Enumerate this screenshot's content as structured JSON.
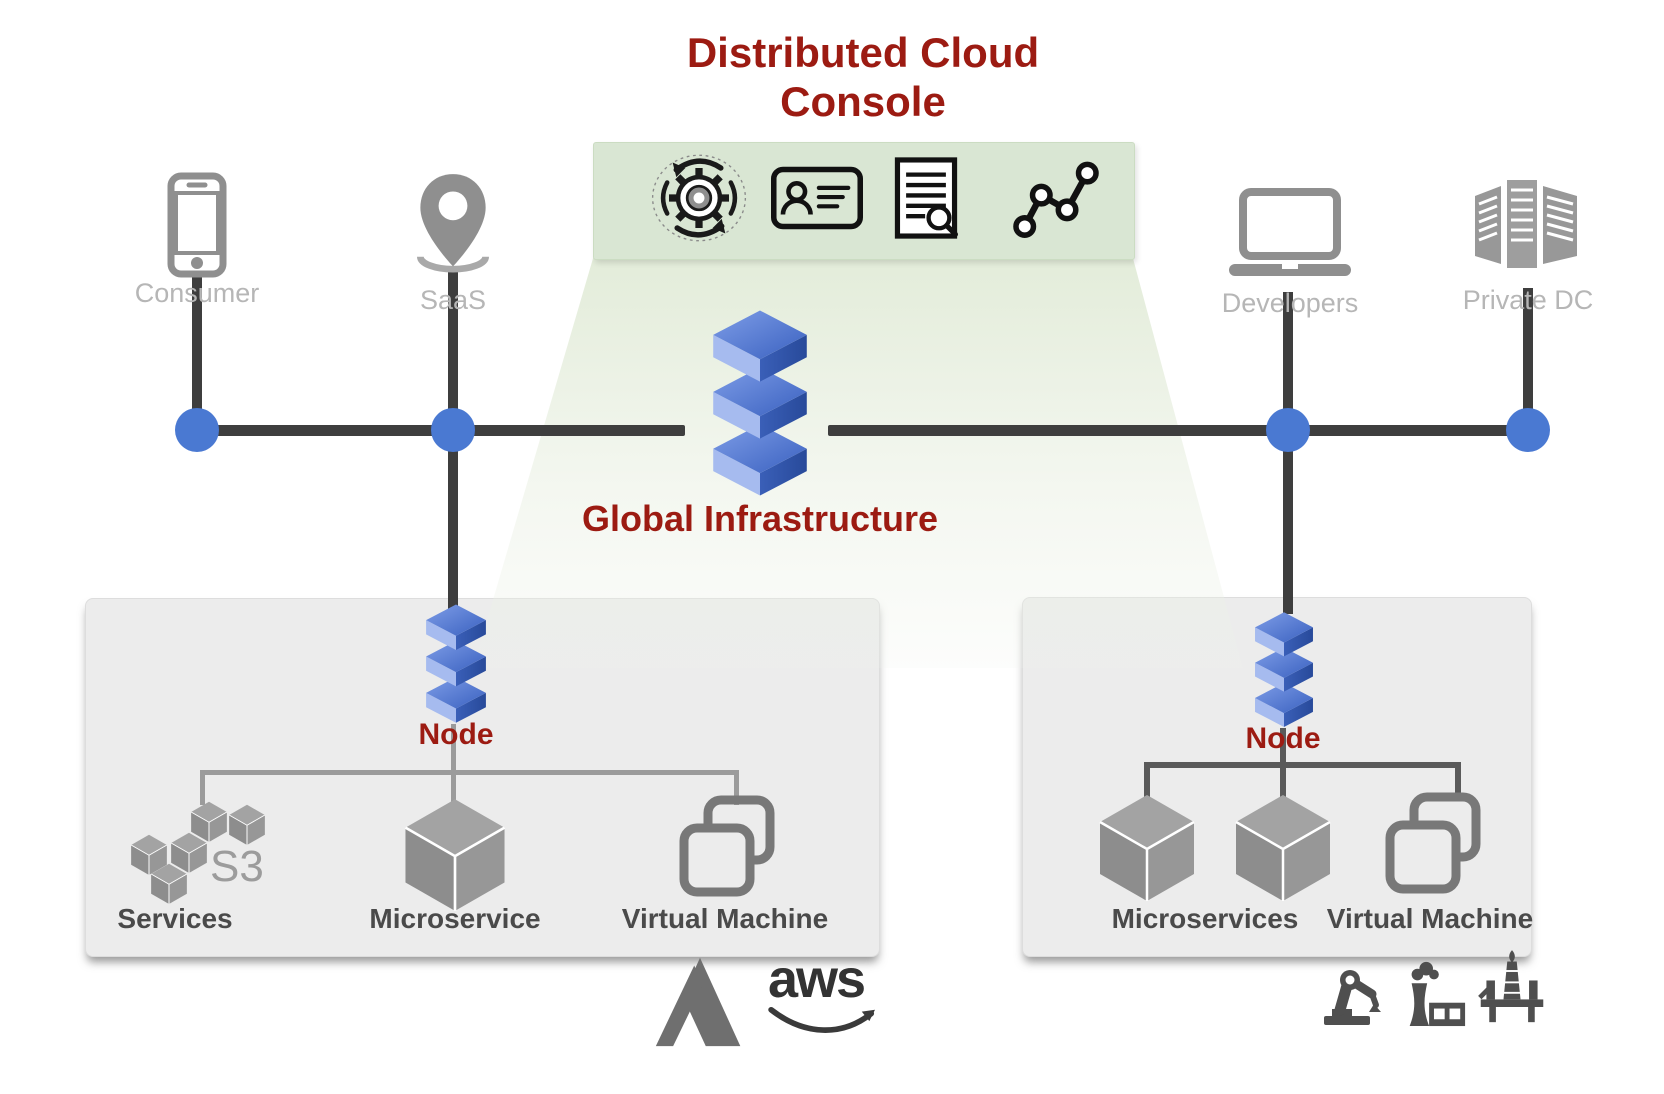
{
  "title": {
    "line1": "Distributed Cloud",
    "line2": "Console"
  },
  "console": {
    "icons": [
      {
        "name": "automation-gear"
      },
      {
        "name": "identity-card"
      },
      {
        "name": "audit-log-search"
      },
      {
        "name": "analytics-graph"
      }
    ]
  },
  "endpoints": [
    {
      "id": "consumer",
      "label": "Consumer",
      "icon": "smartphone"
    },
    {
      "id": "saas",
      "label": "SaaS",
      "icon": "map-pin"
    },
    {
      "id": "developers",
      "label": "Developers",
      "icon": "laptop"
    },
    {
      "id": "private-dc",
      "label": "Private DC",
      "icon": "server-rack"
    }
  ],
  "core": {
    "label": "Global Infrastructure"
  },
  "left_site": {
    "node_label": "Node",
    "items": [
      {
        "label": "Services",
        "icon": "s3-cubes",
        "badge": "S3"
      },
      {
        "label": "Microservice",
        "icon": "cube"
      },
      {
        "label": "Virtual Machine",
        "icon": "stacked-squares"
      }
    ],
    "providers": [
      {
        "name": "azure-logo"
      },
      {
        "name": "aws-logo",
        "text": "aws"
      }
    ]
  },
  "right_site": {
    "node_label": "Node",
    "items": [
      {
        "label": "Microservices",
        "icon": "cubes"
      },
      {
        "label": "Virtual Machine",
        "icon": "stacked-squares"
      }
    ],
    "industries": [
      {
        "name": "robot-arm"
      },
      {
        "name": "factory"
      },
      {
        "name": "oil-rig"
      }
    ]
  },
  "colors": {
    "accent_red": "#9c1b12",
    "console_green": "#d9e6d3",
    "dot_blue": "#4a79d2",
    "line_dark": "#3e3e3e",
    "stack_top": "#4b74cf",
    "stack_left": "#a6bbef",
    "stack_right": "#2f55ab",
    "icon_gray": "#8f8f8f"
  }
}
